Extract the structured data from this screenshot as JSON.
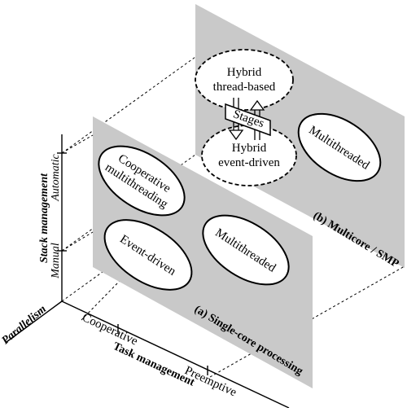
{
  "planes": {
    "single_core": {
      "label": "(a) Single-core processing",
      "nodes": {
        "cooperative_multithreading": [
          "Cooperative",
          "multithreading"
        ],
        "event_driven": [
          "Event-driven"
        ],
        "multithreaded": [
          "Multithreaded"
        ]
      }
    },
    "multicore": {
      "label": "(b) Multicore / SMP",
      "nodes": {
        "hybrid_thread_based": [
          "Hybrid",
          "thread-based"
        ],
        "hybrid_event_driven": [
          "Hybrid",
          "event-driven"
        ],
        "multithreaded": [
          "Multithreaded"
        ],
        "stages": "Stages"
      }
    }
  },
  "axes": {
    "stack_management": {
      "title": "Stack management",
      "ticks": [
        "Manual",
        "Automatic"
      ]
    },
    "task_management": {
      "title": "Task management",
      "ticks": [
        "Cooperative",
        "Preemptive"
      ]
    },
    "parallelism": {
      "title": "Parallelism"
    }
  }
}
